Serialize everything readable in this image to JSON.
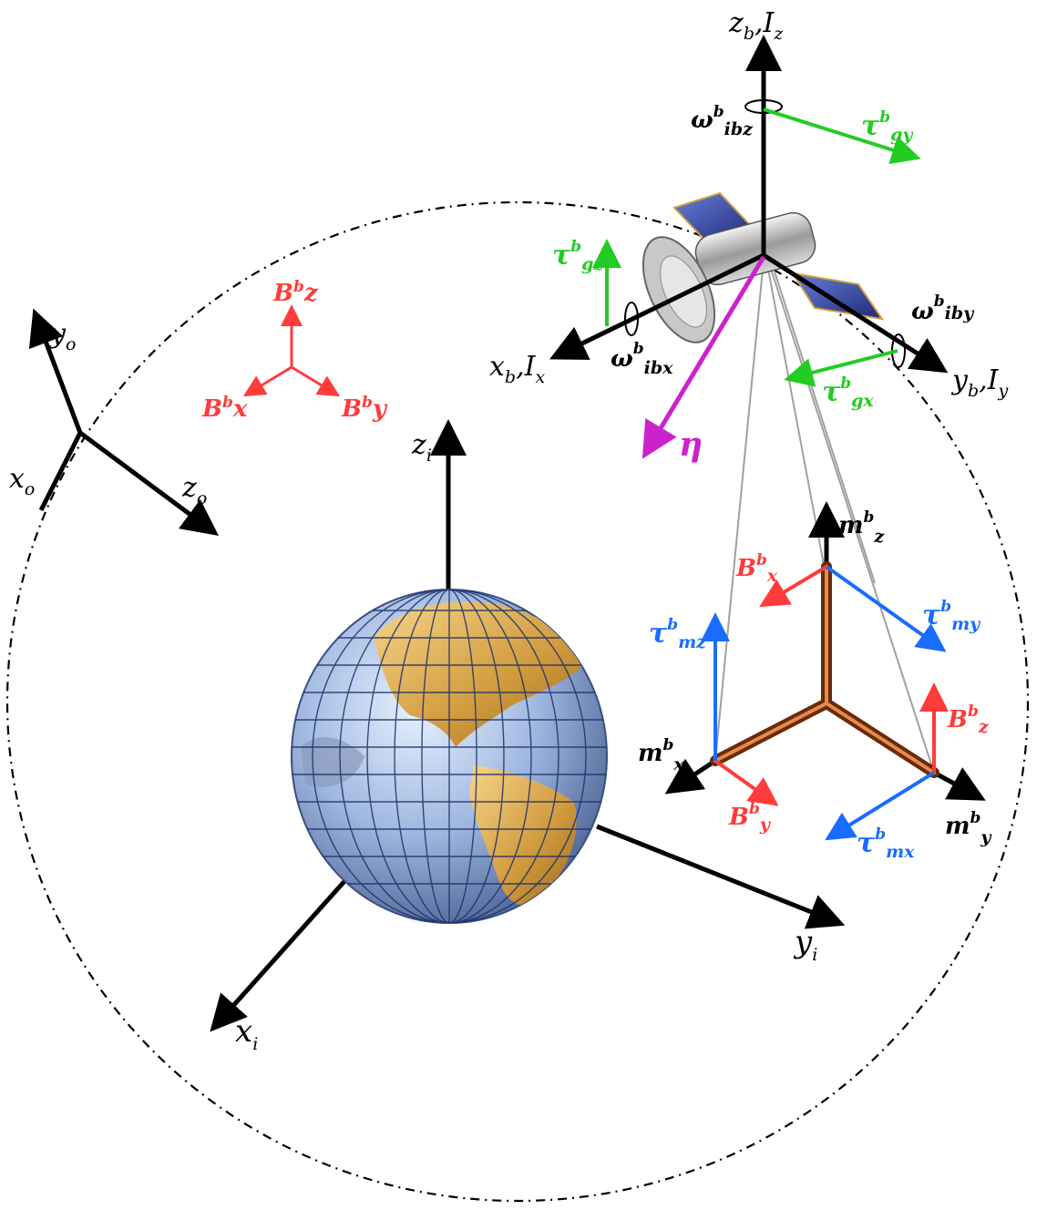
{
  "colors": {
    "black": "#000000",
    "red": "#ff3b3b",
    "green": "#22cc22",
    "blue": "#1a6cff",
    "magenta": "#cc22cc",
    "grey": "#a0a0a0",
    "rod": "#8a3a12"
  },
  "icons": [
    "earth-globe-icon",
    "satellite-icon",
    "rotation-arrow-icon"
  ],
  "labels": {
    "zb": "z",
    "zb_sub": "b",
    "Iz": "I",
    "Iz_sub": "z",
    "xb": "x",
    "xb_sub": "b",
    "Ix": "I",
    "Ix_sub": "x",
    "yb": "y",
    "yb_sub": "b",
    "Iy": "I",
    "Iy_sub": "y",
    "sep": ",",
    "omega": "ω",
    "sup_b": "b",
    "omega_z_sub": "ibz",
    "omega_x_sub": "ibx",
    "omega_y_sub": "iby",
    "tau": "τ",
    "tau_gy_sub": "gy",
    "tau_gz_sub": "gz",
    "tau_gx_sub": "gx",
    "tau_mz_sub": "mz",
    "tau_my_sub": "my",
    "tau_mx_sub": "mx",
    "eta": "η",
    "yo": "y",
    "yo_sub": "o",
    "xo": "x",
    "xo_sub": "o",
    "zo": "z",
    "zo_sub": "o",
    "B": "B",
    "Bz_axis": "z",
    "Bx_axis": "x",
    "By_axis": "y",
    "zi": "z",
    "zi_sub": "i",
    "xi": "x",
    "xi_sub": "i",
    "yi": "y",
    "yi_sub": "i",
    "m": "m",
    "mz_sub": "z",
    "mx_sub": "x",
    "my_sub": "y",
    "Bx_sub": "x",
    "By_sub": "y",
    "Bz_sub": "z"
  }
}
